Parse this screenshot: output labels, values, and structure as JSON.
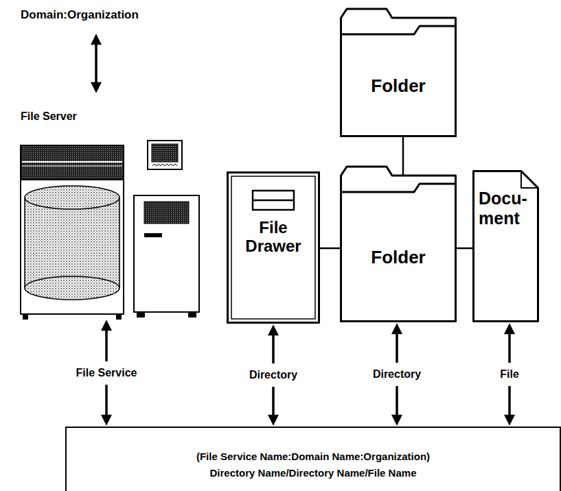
{
  "diagram": {
    "nodes": [
      {
        "text": [
          "File Server"
        ]
      },
      {
        "text": [
          "Folder"
        ]
      },
      {
        "text": [
          "File Drawer"
        ]
      },
      {
        "text": [
          "Folder"
        ]
      },
      {
        "text": [
          "Docu- ment"
        ]
      },
      {
        "text": [
          "(File Service Name:Domain Name:Organization)",
          "Directory Name/Directory Name/File Name"
        ]
      }
    ],
    "edges": [
      {
        "from": 1,
        "to": 3,
        "arrow": "none"
      },
      {
        "from": 2,
        "to": 3,
        "arrow": "none"
      },
      {
        "from": 3,
        "to": 4,
        "arrow": "none"
      },
      {
        "from": 0,
        "to": 5,
        "label": "File Service",
        "arrow": "both"
      },
      {
        "from": 2,
        "to": 5,
        "label": "Directory",
        "arrow": "both"
      },
      {
        "from": 3,
        "to": 5,
        "label": "Directory",
        "arrow": "both"
      },
      {
        "from": 4,
        "to": 5,
        "label": "File",
        "arrow": "both"
      }
    ],
    "labels": [
      "Domain:Organization"
    ]
  }
}
